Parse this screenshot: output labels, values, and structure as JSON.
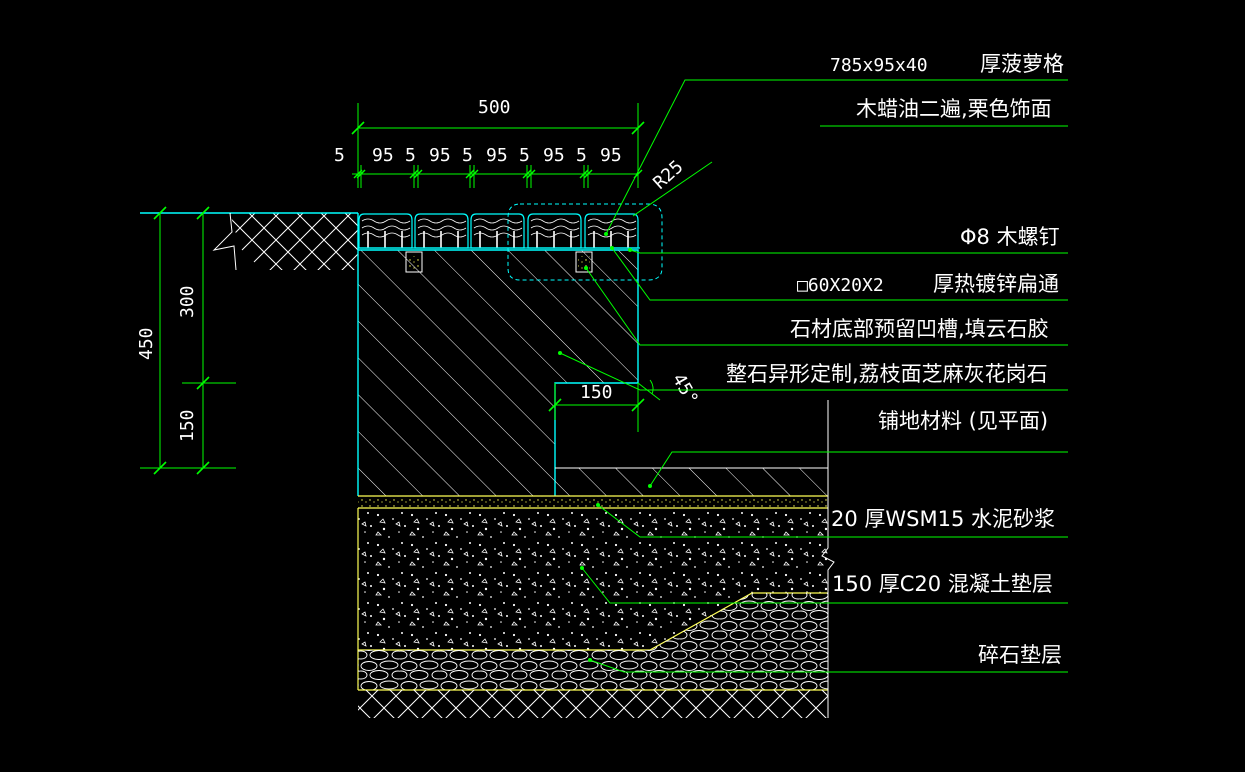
{
  "colors": {
    "background": "#000000",
    "leader_green": "#00ff00",
    "outline_cyan": "#00ffff",
    "mortar_yellow": "#ffff55",
    "hatch_white": "#ffffff"
  },
  "dimensions": {
    "total_width": "500",
    "seg_5": "5",
    "seg_95": "95",
    "height_total": "450",
    "height_upper": "300",
    "height_lower": "150",
    "step_width": "150",
    "radius": "R25",
    "angle": "45°"
  },
  "labels": {
    "pineapple_size": "785x95x40",
    "pineapple_name": "厚菠萝格",
    "wax_finish": "木蜡油二遍,栗色饰面",
    "wood_screw": "Φ8 木螺钉",
    "flat_tube_size": "□60X20X2",
    "flat_tube_name": "厚热镀锌扁通",
    "groove": "石材底部预留凹槽,填云石胶",
    "granite": "整石异形定制,荔枝面芝麻灰花岗石",
    "paving": "铺地材料 (见平面)",
    "mortar": "20 厚WSM15  水泥砂浆",
    "concrete": "150  厚C20  混凝土垫层",
    "gravel": "碎石垫层"
  }
}
